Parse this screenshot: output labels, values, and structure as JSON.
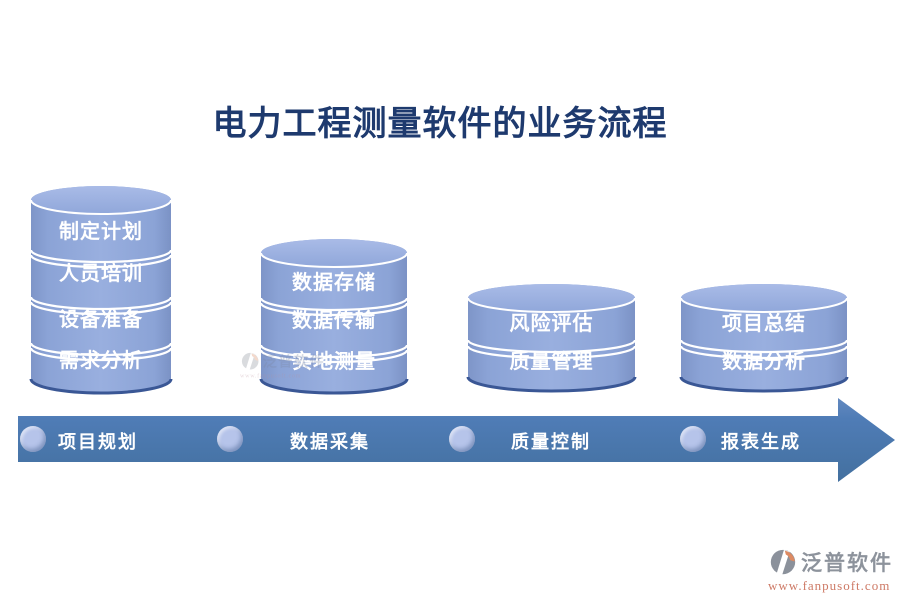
{
  "title": {
    "text": "电力工程测量软件的业务流程"
  },
  "stacks": [
    {
      "name": "project-planning-stack",
      "segments": [
        "制定计划",
        "人员培训",
        "设备准备",
        "需求分析"
      ]
    },
    {
      "name": "data-collection-stack",
      "segments": [
        "数据存储",
        "数据传输",
        "实地测量"
      ]
    },
    {
      "name": "quality-control-stack",
      "segments": [
        "风险评估",
        "质量管理"
      ]
    },
    {
      "name": "report-generation-stack",
      "segments": [
        "项目总结",
        "数据分析"
      ]
    }
  ],
  "arrow": {
    "steps": [
      "项目规划",
      "数据采集",
      "质量控制",
      "报表生成"
    ]
  },
  "watermark": {
    "brand": "泛普软件",
    "url": "www.fanpusoft.com"
  },
  "colors": {
    "title": "#1e3a6e",
    "cylinder_body": "#8fa7da",
    "cylinder_edge": "#7b92c5",
    "cylinder_cap": "#9fb2e1",
    "cylinder_bottom_shadow": "#3a5795",
    "arrow_band": "#4d7ab4",
    "step_circle": "#b6c4ea",
    "segment_text": "#ffffff",
    "brand_text": "#8d939c",
    "url_text": "#ce7a66",
    "logo_gray": "#8b919b",
    "logo_orange": "#dd8a62"
  }
}
